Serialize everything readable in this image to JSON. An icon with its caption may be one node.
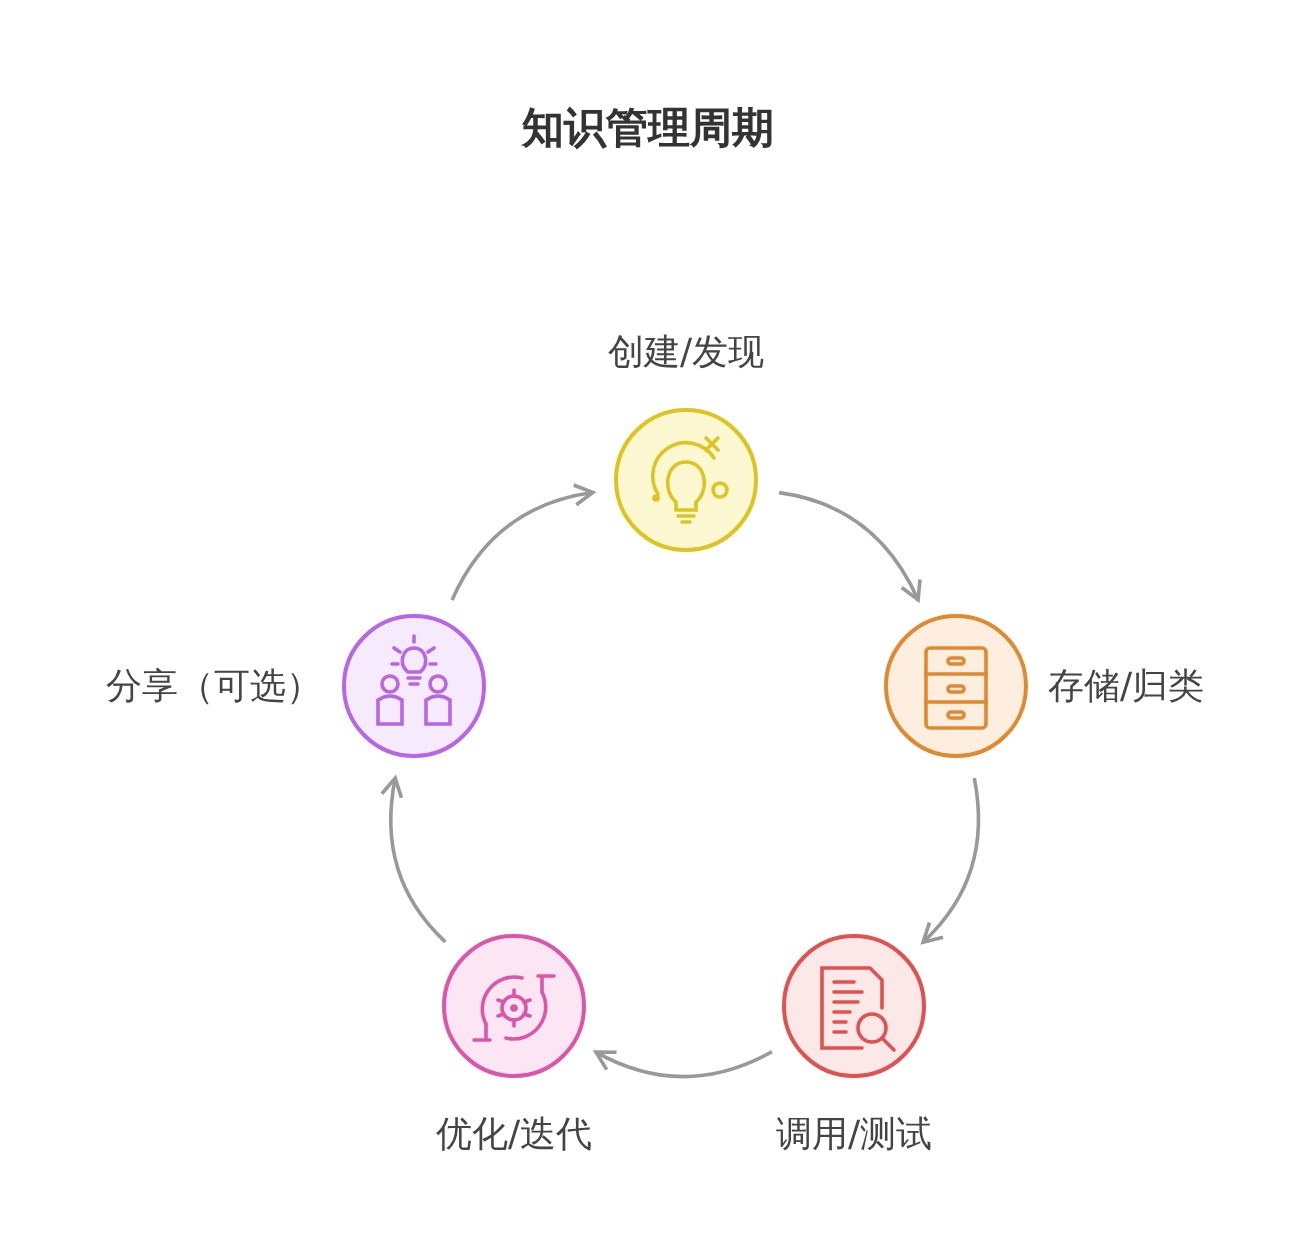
{
  "diagram": {
    "title": "知识管理周期",
    "nodes": [
      {
        "text": [
          "创建/发现"
        ]
      },
      {
        "text": [
          "存储/归类"
        ]
      },
      {
        "text": [
          "调用/测试"
        ]
      },
      {
        "text": [
          "优化/迭代"
        ]
      },
      {
        "text": [
          "分享（可选）"
        ]
      }
    ],
    "edges": [
      {
        "from": 0,
        "to": 1,
        "arrow": "to"
      },
      {
        "from": 1,
        "to": 2,
        "arrow": "to"
      },
      {
        "from": 2,
        "to": 3,
        "arrow": "to"
      },
      {
        "from": 3,
        "to": 4,
        "arrow": "to"
      },
      {
        "from": 4,
        "to": 0,
        "arrow": "to"
      }
    ]
  }
}
